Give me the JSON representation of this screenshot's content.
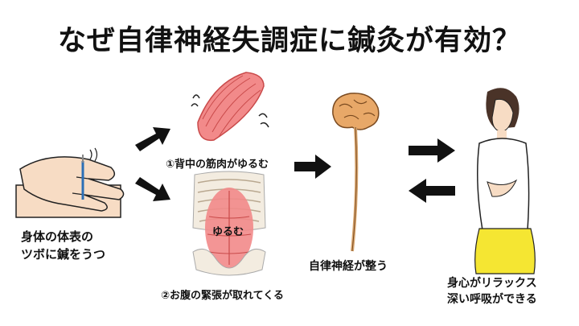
{
  "title": "なぜ自律神経失調症に鍼灸が有効？",
  "labels": {
    "acupuncture": [
      "身体の体表の",
      "ツボに鍼をうつ"
    ],
    "back_muscles": "①背中の筋肉がゆるむ",
    "relax": "ゆるむ",
    "abdomen": "②お腹の緊張が取れてくる",
    "autonomic": "自律神経が整う",
    "mind_body": [
      "身心がリラックス",
      "深い呼吸ができる"
    ]
  },
  "colors": {
    "muscle": "#f28a8a",
    "muscle_dark": "#c94a4a",
    "bone": "#f3ece0",
    "brain": "#e8a868",
    "skin": "#f7dcc4",
    "shirt": "#ffffff",
    "skirt": "#f5e632",
    "hair": "#4a3328",
    "arrow": "#111111"
  }
}
